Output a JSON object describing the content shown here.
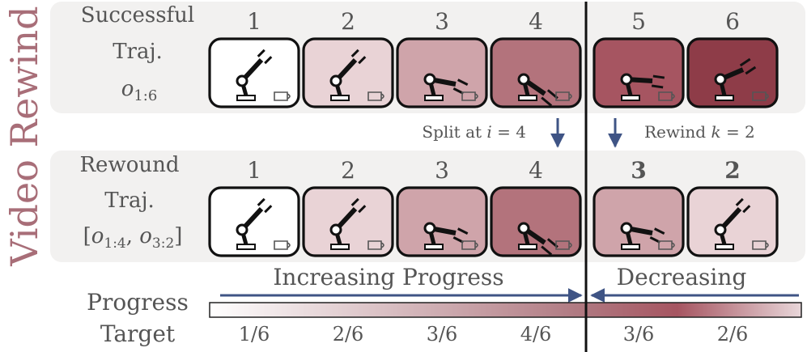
{
  "side_title": "Video Rewind",
  "rows": {
    "successful": {
      "label_line1": "Successful",
      "label_line2": "Traj.",
      "label_math": "o",
      "label_sub": "1:6",
      "frames": [
        {
          "label": "1",
          "bold": false,
          "progress": 0.0,
          "arm": "up",
          "color": "#ffffff"
        },
        {
          "label": "2",
          "bold": false,
          "progress": 0.2,
          "arm": "up",
          "color": "#e9d3d6"
        },
        {
          "label": "3",
          "bold": false,
          "progress": 0.4,
          "arm": "mid",
          "color": "#cfa4aa"
        },
        {
          "label": "4",
          "bold": false,
          "progress": 0.6,
          "arm": "down",
          "color": "#b3737c"
        },
        {
          "label": "5",
          "bold": false,
          "progress": 0.8,
          "arm": "grab",
          "color": "#a65561"
        },
        {
          "label": "6",
          "bold": false,
          "progress": 1.0,
          "arm": "lift",
          "color": "#8e3c48"
        }
      ]
    },
    "rewound": {
      "label_line1": "Rewound",
      "label_line2": "Traj.",
      "label_math_a": "o",
      "label_sub_a": "1:4",
      "label_math_b": "o",
      "label_sub_b": "3:2",
      "frames": [
        {
          "label": "1",
          "bold": false,
          "progress": 0.0,
          "arm": "up",
          "color": "#ffffff"
        },
        {
          "label": "2",
          "bold": false,
          "progress": 0.2,
          "arm": "up",
          "color": "#e9d3d6"
        },
        {
          "label": "3",
          "bold": false,
          "progress": 0.4,
          "arm": "mid",
          "color": "#cfa4aa"
        },
        {
          "label": "4",
          "bold": false,
          "progress": 0.6,
          "arm": "down",
          "color": "#b3737c"
        },
        {
          "label": "3",
          "bold": true,
          "progress": 0.4,
          "arm": "mid",
          "color": "#cfa4aa"
        },
        {
          "label": "2",
          "bold": true,
          "progress": 0.2,
          "arm": "up",
          "color": "#e9d3d6"
        }
      ]
    }
  },
  "annotations": {
    "split_text": "Split at",
    "split_var": "i",
    "split_val": "= 4",
    "rewind_text": "Rewind",
    "rewind_var": "k",
    "rewind_val": "= 2"
  },
  "progress": {
    "increasing_label": "Increasing Progress",
    "decreasing_label": "Decreasing",
    "label_line1": "Progress",
    "label_line2": "Target",
    "targets": [
      "1/6",
      "2/6",
      "3/6",
      "4/6",
      "3/6",
      "2/6"
    ]
  },
  "colors": {
    "panel_bg": "#f2f1f0",
    "arrow_blue": "#3f5485",
    "accent": "#a86e78",
    "bar_light": "#ffffff",
    "bar_peak": "#a65561",
    "bar_end": "#dcc1c5"
  }
}
